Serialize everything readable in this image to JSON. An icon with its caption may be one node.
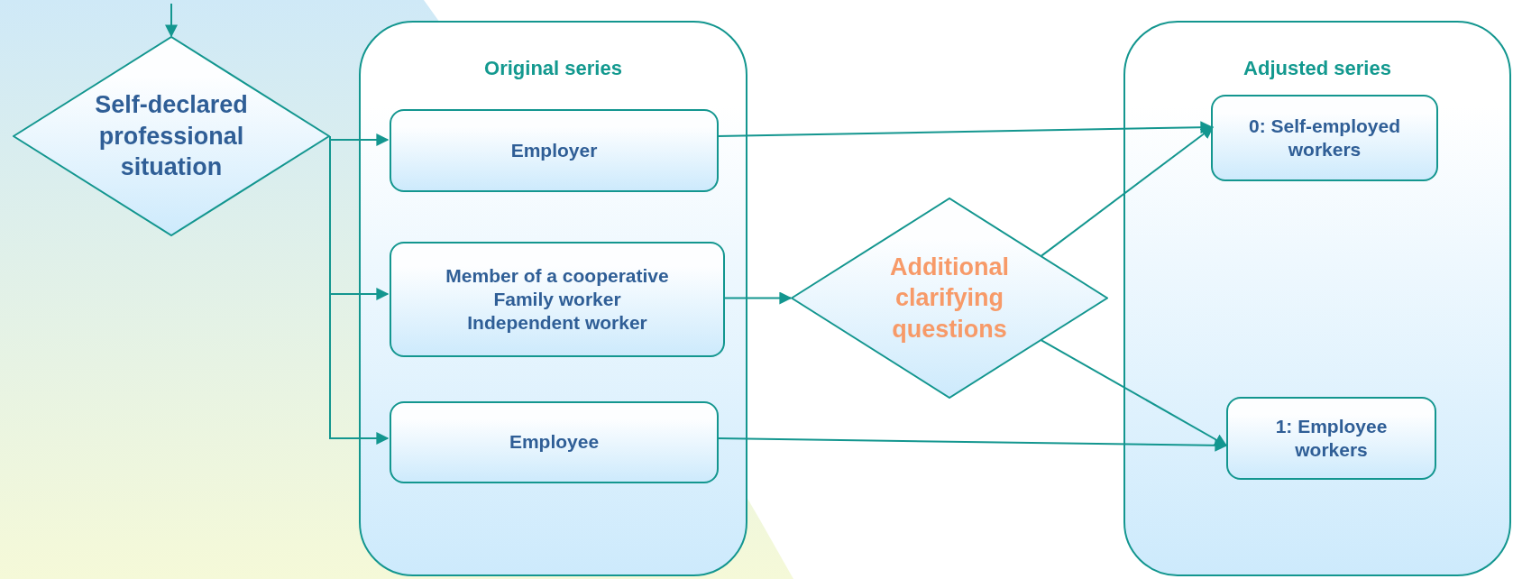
{
  "diagram": {
    "nodes": [
      {
        "text": [
          "Self-declared professional situation"
        ]
      },
      {
        "text": [
          "Original series"
        ]
      },
      {
        "text": [
          "Employer"
        ],
        "in": 1
      },
      {
        "text": [
          "Member of a cooperative",
          "Family worker",
          "Independent worker"
        ],
        "in": 1
      },
      {
        "text": [
          "Employee"
        ],
        "in": 1
      },
      {
        "text": [
          "Additional clarifying questions"
        ]
      },
      {
        "text": [
          "Adjusted series"
        ]
      },
      {
        "text": [
          "0: Self-employed workers"
        ],
        "in": 6
      },
      {
        "text": [
          "1: Employee workers"
        ],
        "in": 6
      }
    ],
    "edges": [
      {
        "from": null,
        "to": 0,
        "arrow": "to"
      },
      {
        "from": 0,
        "to": 2,
        "arrow": "to"
      },
      {
        "from": 0,
        "to": 3,
        "arrow": "to"
      },
      {
        "from": 0,
        "to": 4,
        "arrow": "to"
      },
      {
        "from": 2,
        "to": 7,
        "arrow": "to"
      },
      {
        "from": 3,
        "to": 5,
        "arrow": "to"
      },
      {
        "from": 5,
        "to": 7,
        "arrow": "to"
      },
      {
        "from": 5,
        "to": 8,
        "arrow": "to"
      },
      {
        "from": 4,
        "to": 8,
        "arrow": "to"
      }
    ]
  }
}
